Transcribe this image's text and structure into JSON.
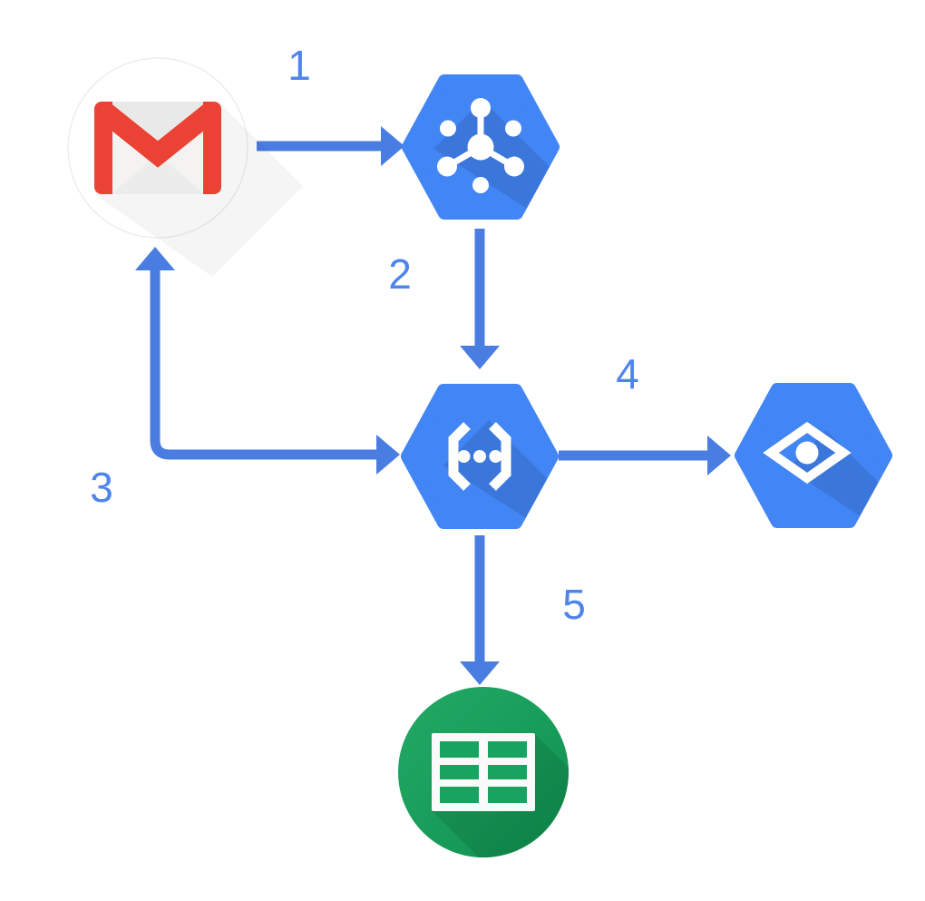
{
  "diagram": {
    "background": "#ffffff",
    "arrow_color": "#4A7DE2",
    "label_color": "#4F84EC",
    "hexagon_color": "#4285F4",
    "nodes": [
      {
        "id": "gmail",
        "name": "Gmail",
        "shape": "circle",
        "fill": "#FFFFFF",
        "icon": "gmail-icon",
        "icon_colors": {
          "red": "#EA4335",
          "paper": "#F2F1F0"
        }
      },
      {
        "id": "cloud-pubsub",
        "name": "Cloud Pub/Sub",
        "shape": "hexagon",
        "fill": "#4285F4",
        "icon": "cloud-pubsub-icon",
        "icon_color": "#FFFFFF"
      },
      {
        "id": "cloud-functions",
        "name": "Cloud Functions",
        "shape": "hexagon",
        "fill": "#4285F4",
        "icon": "cloud-functions-icon",
        "icon_color": "#FFFFFF"
      },
      {
        "id": "cloud-vision",
        "name": "Cloud Vision API",
        "shape": "hexagon",
        "fill": "#4285F4",
        "icon": "cloud-vision-icon",
        "icon_color": "#FFFFFF"
      },
      {
        "id": "google-sheets",
        "name": "Google Sheets",
        "shape": "circle",
        "fill": "#149C58",
        "icon": "google-sheets-icon",
        "icon_color": "#FFFFFF"
      }
    ],
    "edges": [
      {
        "label": "1",
        "from": "gmail",
        "to": "cloud-pubsub",
        "direction": "single"
      },
      {
        "label": "2",
        "from": "cloud-pubsub",
        "to": "cloud-functions",
        "direction": "single"
      },
      {
        "label": "3",
        "from": "cloud-functions",
        "to": "gmail",
        "direction": "double"
      },
      {
        "label": "4",
        "from": "cloud-functions",
        "to": "cloud-vision",
        "direction": "single"
      },
      {
        "label": "5",
        "from": "cloud-functions",
        "to": "google-sheets",
        "direction": "single"
      }
    ]
  }
}
